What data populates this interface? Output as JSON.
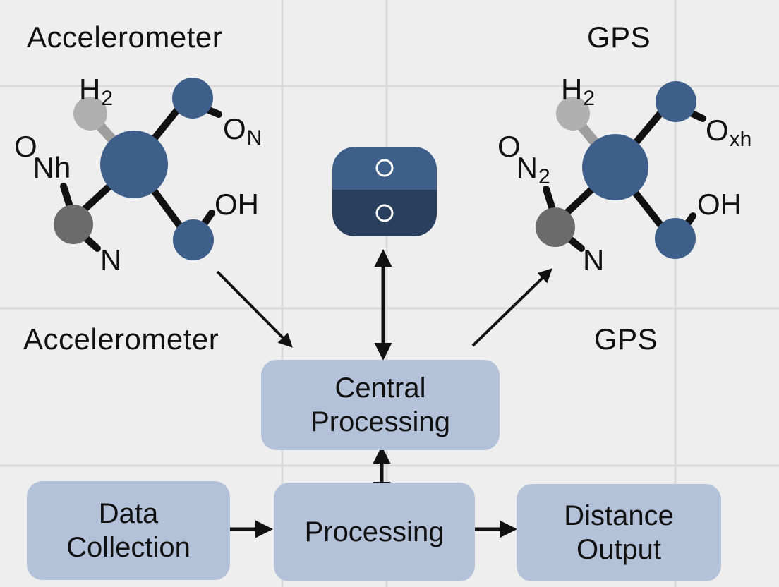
{
  "labels": {
    "accel_top": "Accelerometer",
    "gps_top": "GPS",
    "accel_mid": "Accelerometer",
    "gps_mid": "GPS"
  },
  "left_molecule": {
    "h_top": "H",
    "h_top_sub": "2",
    "o_top": "O",
    "o_top_sub": "N",
    "o_left": "O",
    "o_left_rest": "Nh",
    "oh": "OH",
    "n": "N"
  },
  "right_molecule": {
    "h_top": "H",
    "h_top_sub": "2",
    "o_top": "O",
    "o_top_sub": "xh",
    "o_left": "O",
    "o_left_rest": "N",
    "o_left_sub": "2",
    "oh": "OH",
    "n": "N"
  },
  "boxes": {
    "central_line1": "Central",
    "central_line2": "Processing",
    "data_line1": "Data",
    "data_line2": "Collection",
    "processing": "Processing",
    "distance_line1": "Distance",
    "distance_line2": "Output"
  },
  "colors": {
    "background": "#eeeeee",
    "grid": "#d9d9d9",
    "box_fill": "#b3c2d8",
    "atom_blue": "#3e5f8a",
    "atom_dark_gray": "#6b6b6b",
    "atom_light_gray": "#b0b0b0",
    "device_top": "#3e5f8a",
    "device_bottom": "#2a3f5e",
    "arrow": "#111111"
  }
}
